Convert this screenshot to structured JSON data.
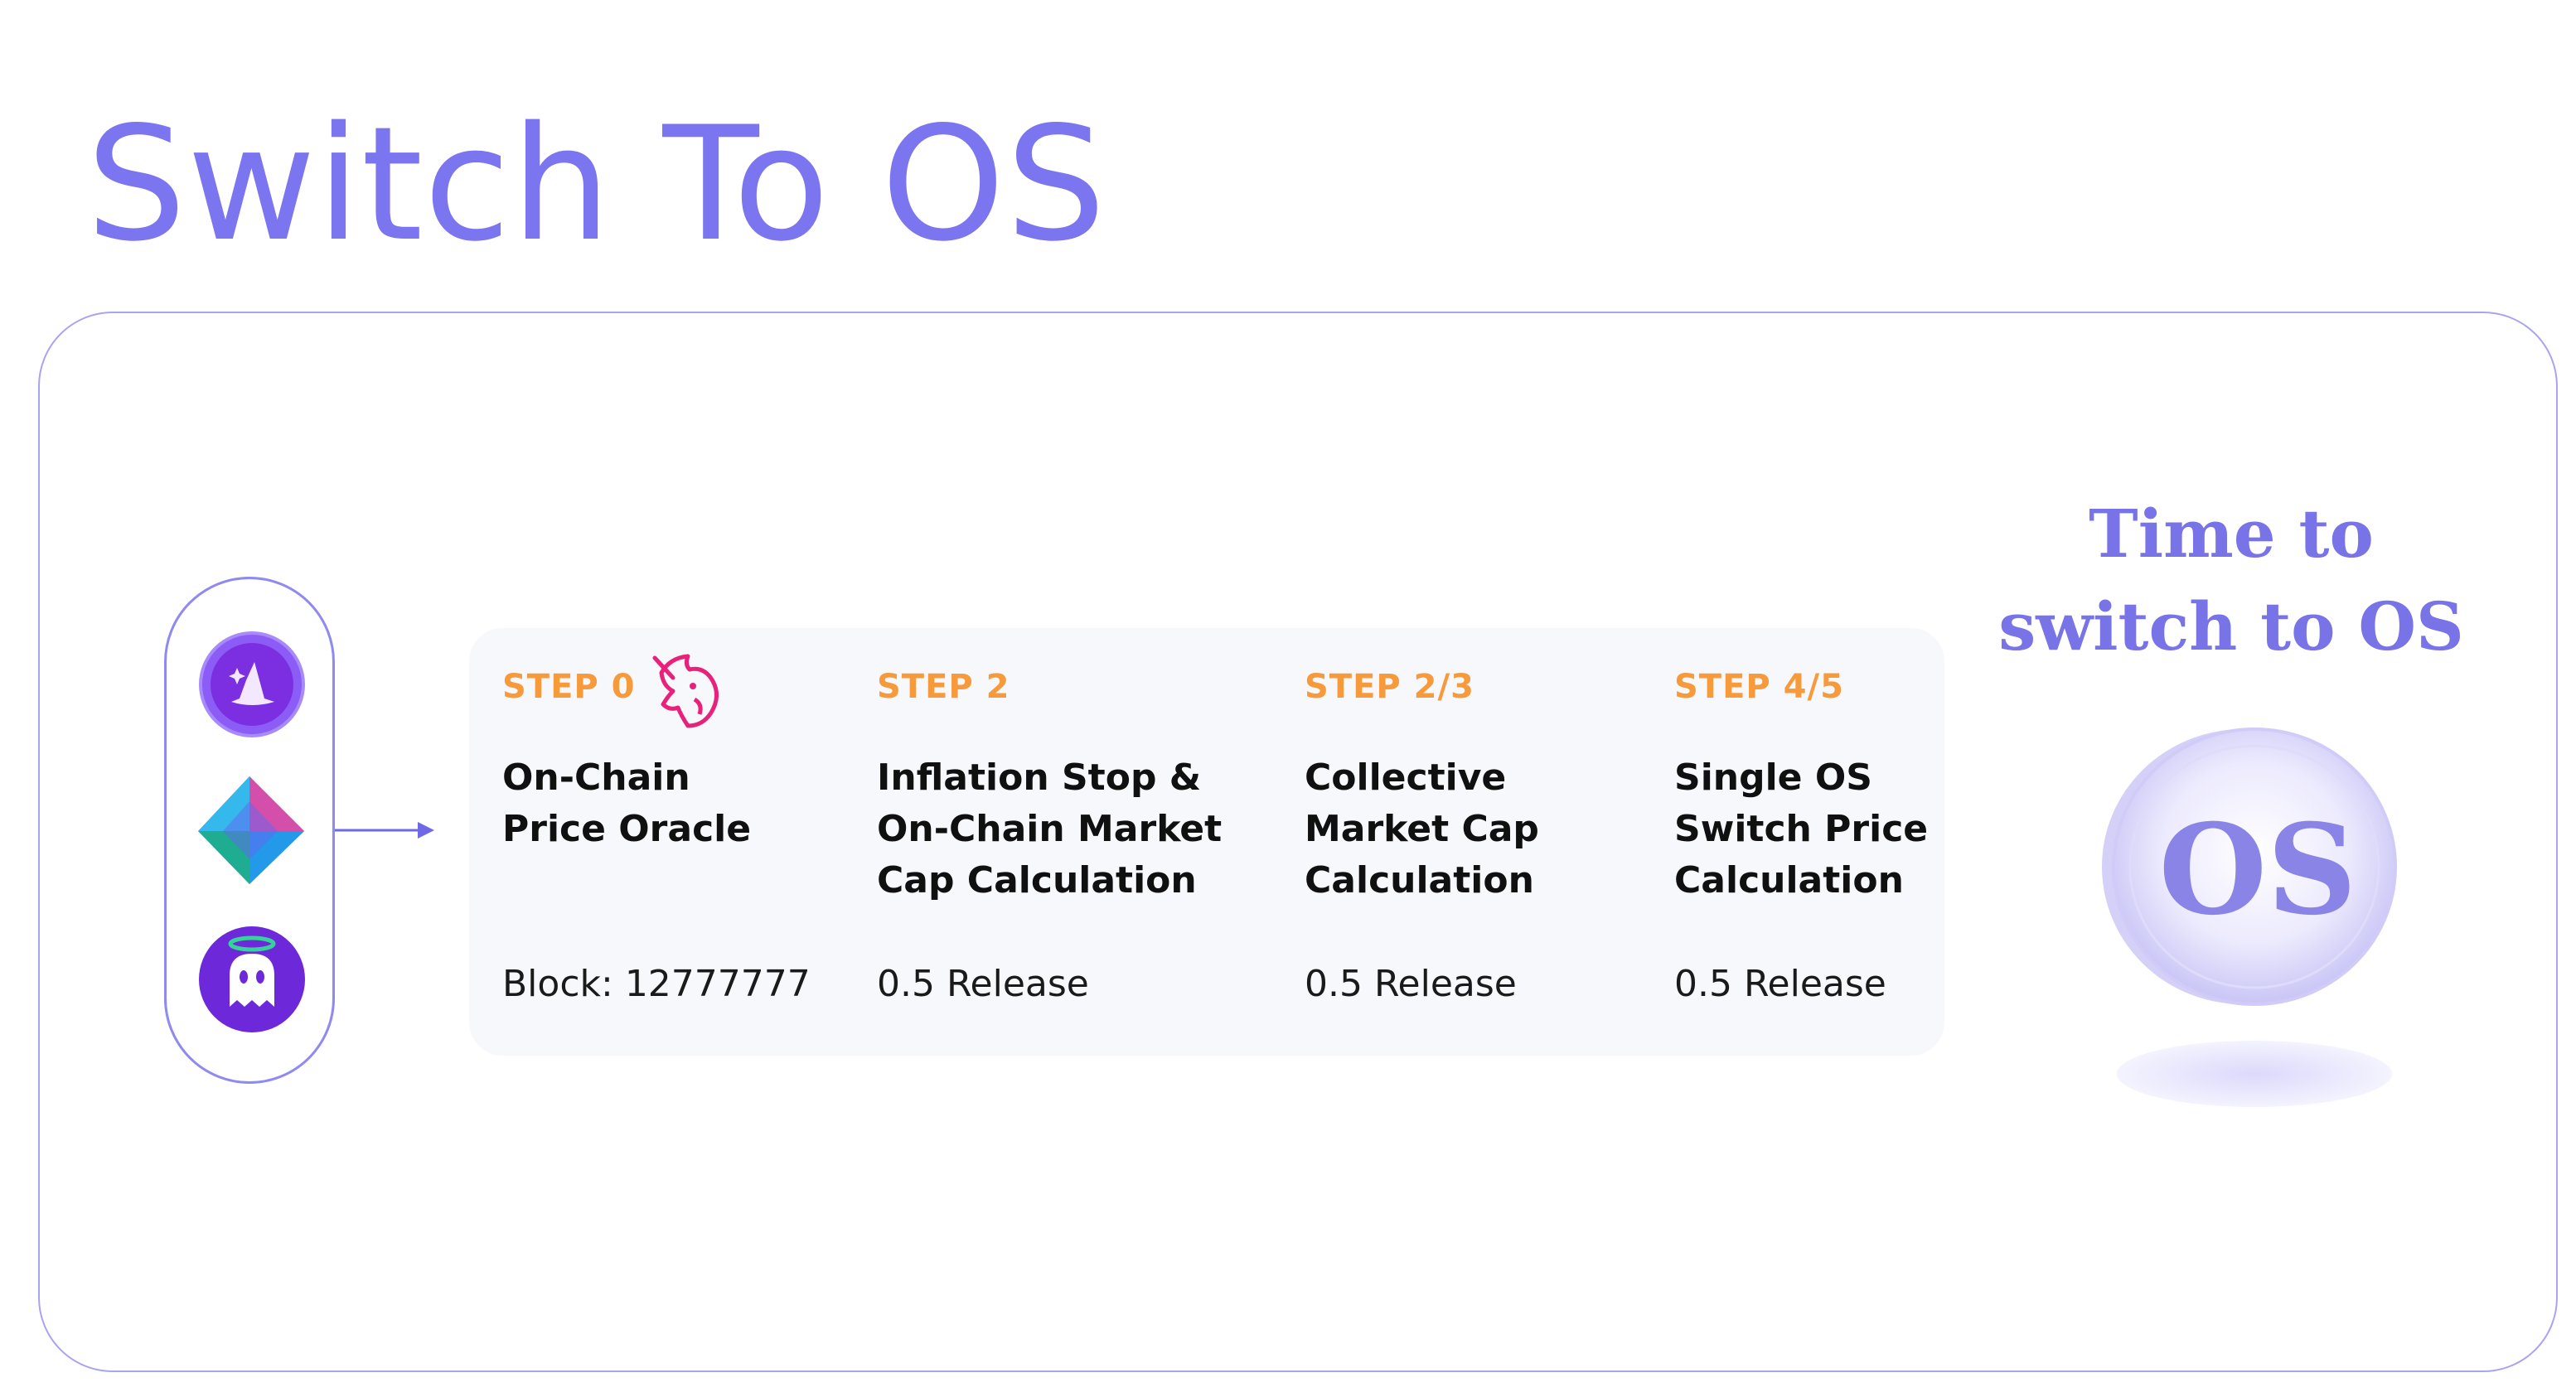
{
  "page_title": "Switch To OS",
  "sources": [
    {
      "name": "wizard-token-icon"
    },
    {
      "name": "prism-token-icon"
    },
    {
      "name": "ghost-token-icon"
    }
  ],
  "steps": [
    {
      "label": "STEP 0",
      "title": "On-Chain\nPrice Oracle",
      "note": "Block: 12777777"
    },
    {
      "label": "STEP 2",
      "title": "Inflation Stop &\nOn-Chain Market\nCap Calculation",
      "note": "0.5 Release"
    },
    {
      "label": "STEP 2/3",
      "title": "Collective\nMarket Cap\nCalculation",
      "note": "0.5 Release"
    },
    {
      "label": "STEP 4/5",
      "title": "Single OS\nSwitch Price\nCalculation",
      "note": "0.5 Release"
    }
  ],
  "cta": {
    "text": "Time to\nswitch to OS"
  },
  "coin": {
    "text": "OS"
  },
  "colors": {
    "accent": "#7b75f0",
    "step_label": "#f79a3b",
    "panel_bg": "#f7f8fc",
    "frame_border": "#a8a3f3",
    "unicorn": "#e8217a"
  },
  "icons": [
    "wizard-token-icon",
    "prism-token-icon",
    "ghost-token-icon",
    "arrow-right-icon",
    "unicorn-icon",
    "os-coin-icon"
  ]
}
